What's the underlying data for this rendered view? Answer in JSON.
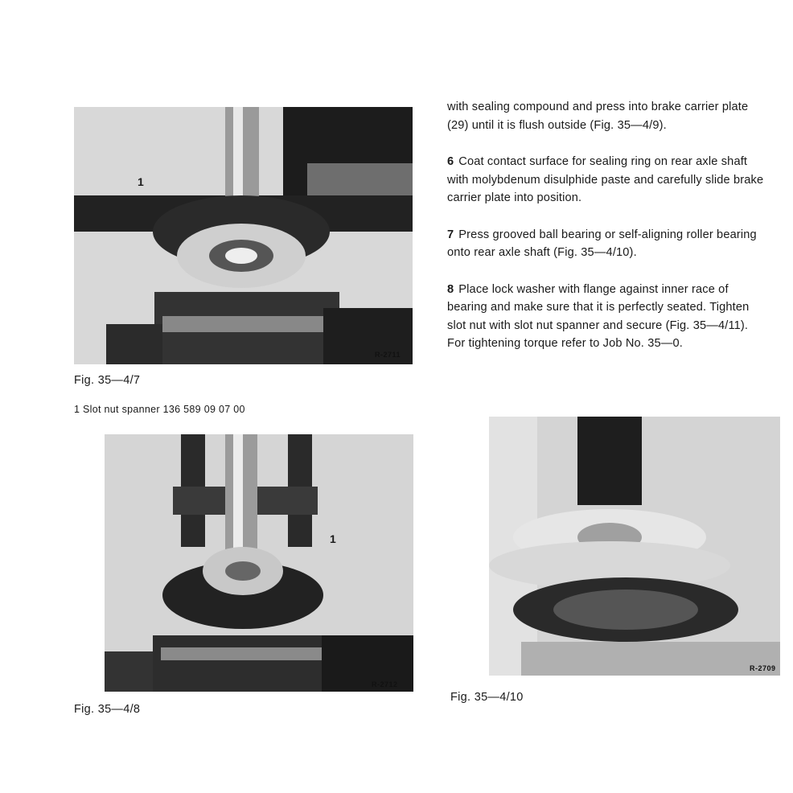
{
  "intro_paragraph": "with sealing compound and press into brake carrier plate (29) until it is flush outside (Fig. 35—4/9).",
  "steps": [
    {
      "number": "6",
      "text": "Coat contact surface for sealing ring on rear axle shaft with molybdenum disulphide paste and carefully slide brake carrier plate into position."
    },
    {
      "number": "7",
      "text": "Press grooved ball bearing or self-aligning roller bearing onto rear axle shaft (Fig. 35—4/10)."
    },
    {
      "number": "8",
      "text": "Place lock washer with flange against inner race of bearing and make sure that it is perfectly seated. Tighten slot nut with slot nut spanner and secure (Fig. 35—4/11). For tightening torque refer to Job No. 35—0."
    }
  ],
  "figures": {
    "fig_7": {
      "caption": "Fig. 35—4/7",
      "ref": "R-2711",
      "callout": "1",
      "legend": "1  Slot nut spanner 136 589 09 07 00"
    },
    "fig_8": {
      "caption": "Fig. 35—4/8",
      "ref": "R-2712",
      "callout": "1"
    },
    "fig_10": {
      "caption": "Fig. 35—4/10",
      "ref": "R-2709"
    }
  }
}
